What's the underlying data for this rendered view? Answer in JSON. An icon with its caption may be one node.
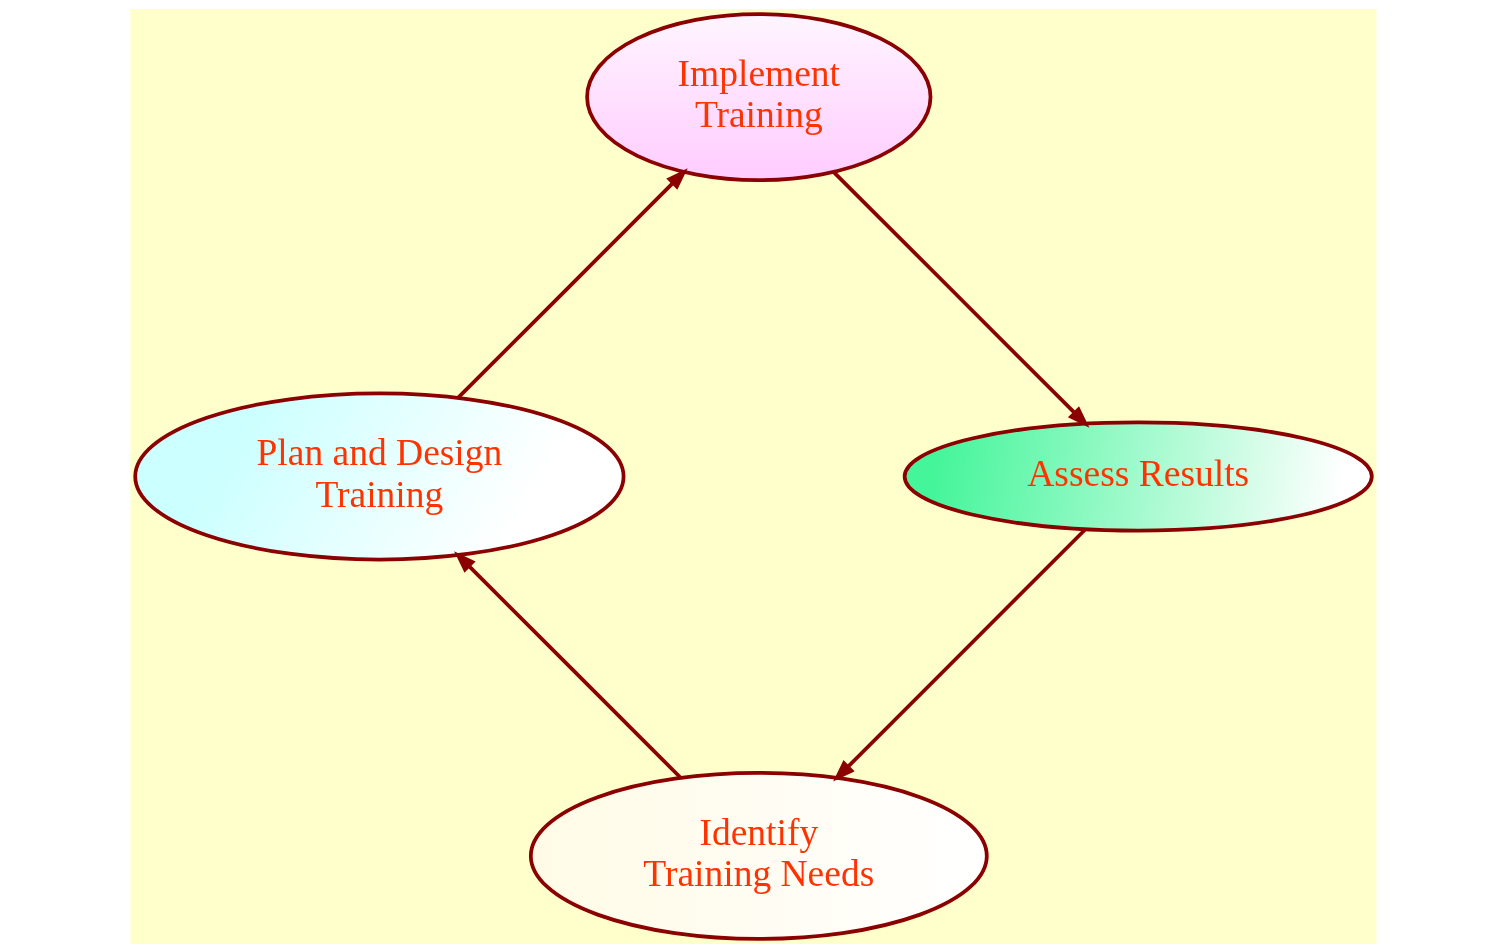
{
  "diagram": {
    "nodes": [
      {
        "text": [
          "Identify Training Needs"
        ]
      },
      {
        "text": [
          "Plan and Design Training"
        ]
      },
      {
        "text": [
          "Implement Training"
        ]
      },
      {
        "text": [
          "Assess Results"
        ]
      }
    ],
    "edges": [
      {
        "from": 0,
        "to": 1,
        "arrow": "to"
      },
      {
        "from": 1,
        "to": 2,
        "arrow": "to"
      },
      {
        "from": 2,
        "to": 3,
        "arrow": "to"
      },
      {
        "from": 3,
        "to": 0,
        "arrow": "to"
      }
    ]
  }
}
